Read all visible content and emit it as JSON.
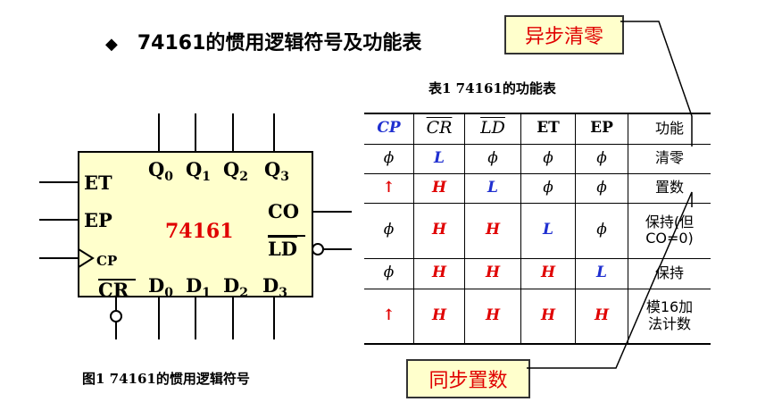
{
  "title": {
    "bullet": "◆",
    "text": "74161的惯用逻辑符号及功能表"
  },
  "callouts": {
    "async_clear": "异步清零",
    "sync_load": "同步置数"
  },
  "table_caption": "表1  74161的功能表",
  "figure_caption": "图1  74161的惯用逻辑符号",
  "chip": {
    "name": "74161",
    "left_pins": [
      "ET",
      "EP",
      "CP"
    ],
    "top_pins": [
      "Q",
      "Q",
      "Q",
      "Q"
    ],
    "top_subs": [
      "0",
      "1",
      "2",
      "3"
    ],
    "bottom_pins": [
      "CR",
      "D",
      "D",
      "D",
      "D"
    ],
    "bottom_subs": [
      "",
      "0",
      "1",
      "2",
      "3"
    ],
    "right_pins": [
      "CO",
      "LD"
    ]
  },
  "function_table": {
    "headers": [
      "CP",
      "CR",
      "LD",
      "ET",
      "EP",
      "功能"
    ],
    "rows": [
      [
        "ϕ",
        "L",
        "ϕ",
        "ϕ",
        "ϕ",
        "清零"
      ],
      [
        "↑",
        "H",
        "L",
        "ϕ",
        "ϕ",
        "置数"
      ],
      [
        "ϕ",
        "H",
        "H",
        "L",
        "ϕ",
        "保持(但CO=0)"
      ],
      [
        "ϕ",
        "H",
        "H",
        "H",
        "L",
        "保持"
      ],
      [
        "↑",
        "H",
        "H",
        "H",
        "H",
        "模16加法计数"
      ]
    ],
    "row3_func_lines": [
      "保持(但",
      "CO=0)"
    ],
    "row5_func_lines": [
      "模16加",
      "法计数"
    ]
  },
  "colors": {
    "accent_red": "#e00000",
    "accent_blue": "#1f2fd0",
    "chip_fill": "#ffffcc",
    "callout_fill": "#ffffcc"
  }
}
